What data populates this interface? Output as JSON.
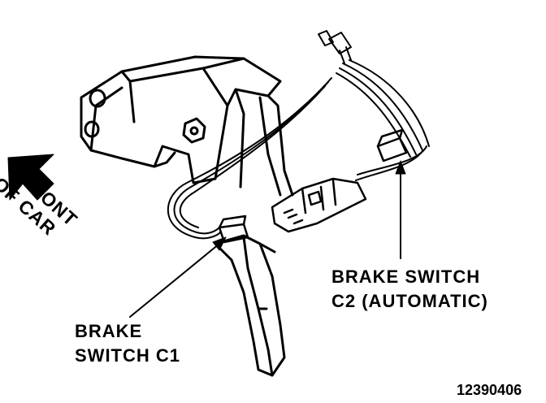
{
  "labels": {
    "front_of_car": {
      "line1": "FRONT",
      "line2": "OF CAR"
    },
    "brake_switch_c2": {
      "line1": "BRAKE SWITCH",
      "line2": "C2 (AUTOMATIC)"
    },
    "brake_switch_c1": {
      "line1": "BRAKE",
      "line2": "SWITCH C1"
    },
    "figure_number": "12390406"
  },
  "colors": {
    "ink": "#000000",
    "paper": "#ffffff"
  }
}
